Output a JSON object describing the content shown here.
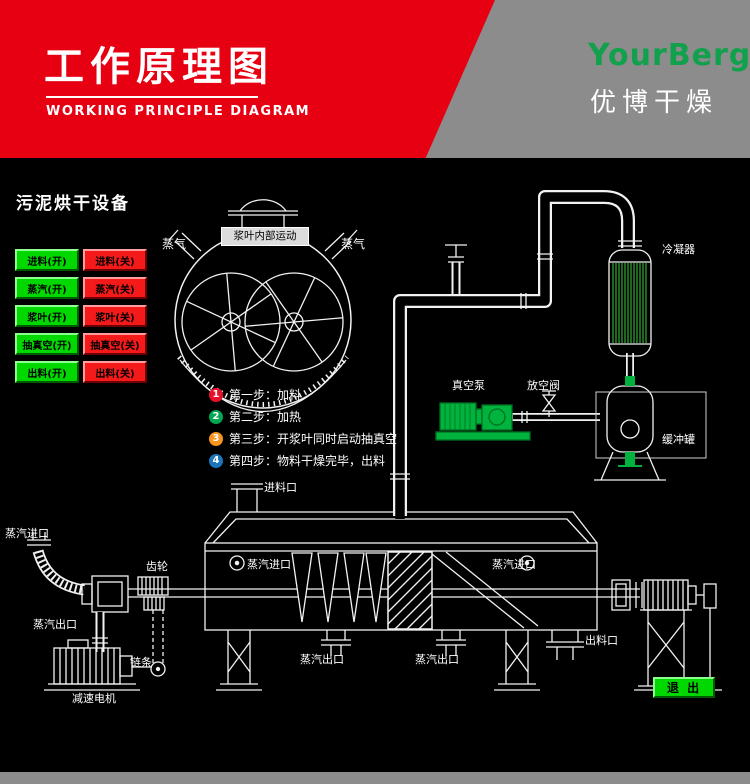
{
  "header": {
    "title": "工作原理图",
    "subtitle": "WORKING PRINCIPLE DIAGRAM",
    "brand": "YourBerg",
    "brand_cn": "优博干燥"
  },
  "colors": {
    "header_red": "#e60012",
    "header_gray": "#8c8c8c",
    "brand_green": "#11a14d",
    "button_green": "#00d800",
    "button_red": "#f51a1a",
    "diagram_line": "#f2f2f2",
    "condenser_tube_green": "#3ecf3e",
    "pump_green": "#00b33c",
    "step_colors": [
      "#e8112d",
      "#00a650",
      "#f7941d",
      "#1b75bb"
    ]
  },
  "panel": {
    "device_title": "污泥烘干设备",
    "buttons": [
      {
        "label": "进料(开)",
        "state": "on"
      },
      {
        "label": "进料(关)",
        "state": "off"
      },
      {
        "label": "蒸汽(开)",
        "state": "on"
      },
      {
        "label": "蒸汽(关)",
        "state": "off"
      },
      {
        "label": "浆叶(开)",
        "state": "on"
      },
      {
        "label": "浆叶(关)",
        "state": "off"
      },
      {
        "label": "抽真空(开)",
        "state": "on"
      },
      {
        "label": "抽真空(关)",
        "state": "off"
      },
      {
        "label": "出料(开)",
        "state": "on"
      },
      {
        "label": "出料(关)",
        "state": "off"
      }
    ],
    "exit_label": "退 出"
  },
  "mixer": {
    "caption": "浆叶内部运动",
    "steam_left": "蒸气",
    "steam_right": "蒸气"
  },
  "steps": [
    {
      "num": "1",
      "text": "第一步：加料",
      "color": "#e8112d"
    },
    {
      "num": "2",
      "text": "第二步：加热",
      "color": "#00a650"
    },
    {
      "num": "3",
      "text": "第三步：开浆叶同时启动抽真空",
      "color": "#f7941d"
    },
    {
      "num": "4",
      "text": "第四步：物料干燥完毕，出料",
      "color": "#1b75bb"
    }
  ],
  "labels": {
    "condenser": "冷凝器",
    "buffer_tank": "缓冲罐",
    "vacuum_pump": "真空泵",
    "vent_valve": "放空阀",
    "feed_inlet": "进料口",
    "steam_inlet_body_left": "蒸汽进口",
    "steam_inlet_body_right": "蒸汽进口",
    "steam_inlet_hose": "蒸汽进口",
    "steam_outlet_left": "蒸汽出口",
    "steam_outlet_bottom_left": "蒸汽出口",
    "steam_outlet_bottom_right": "蒸汽出口",
    "discharge_outlet": "出料口",
    "gear": "齿轮",
    "chain": "链条",
    "gear_motor": "减速电机"
  }
}
